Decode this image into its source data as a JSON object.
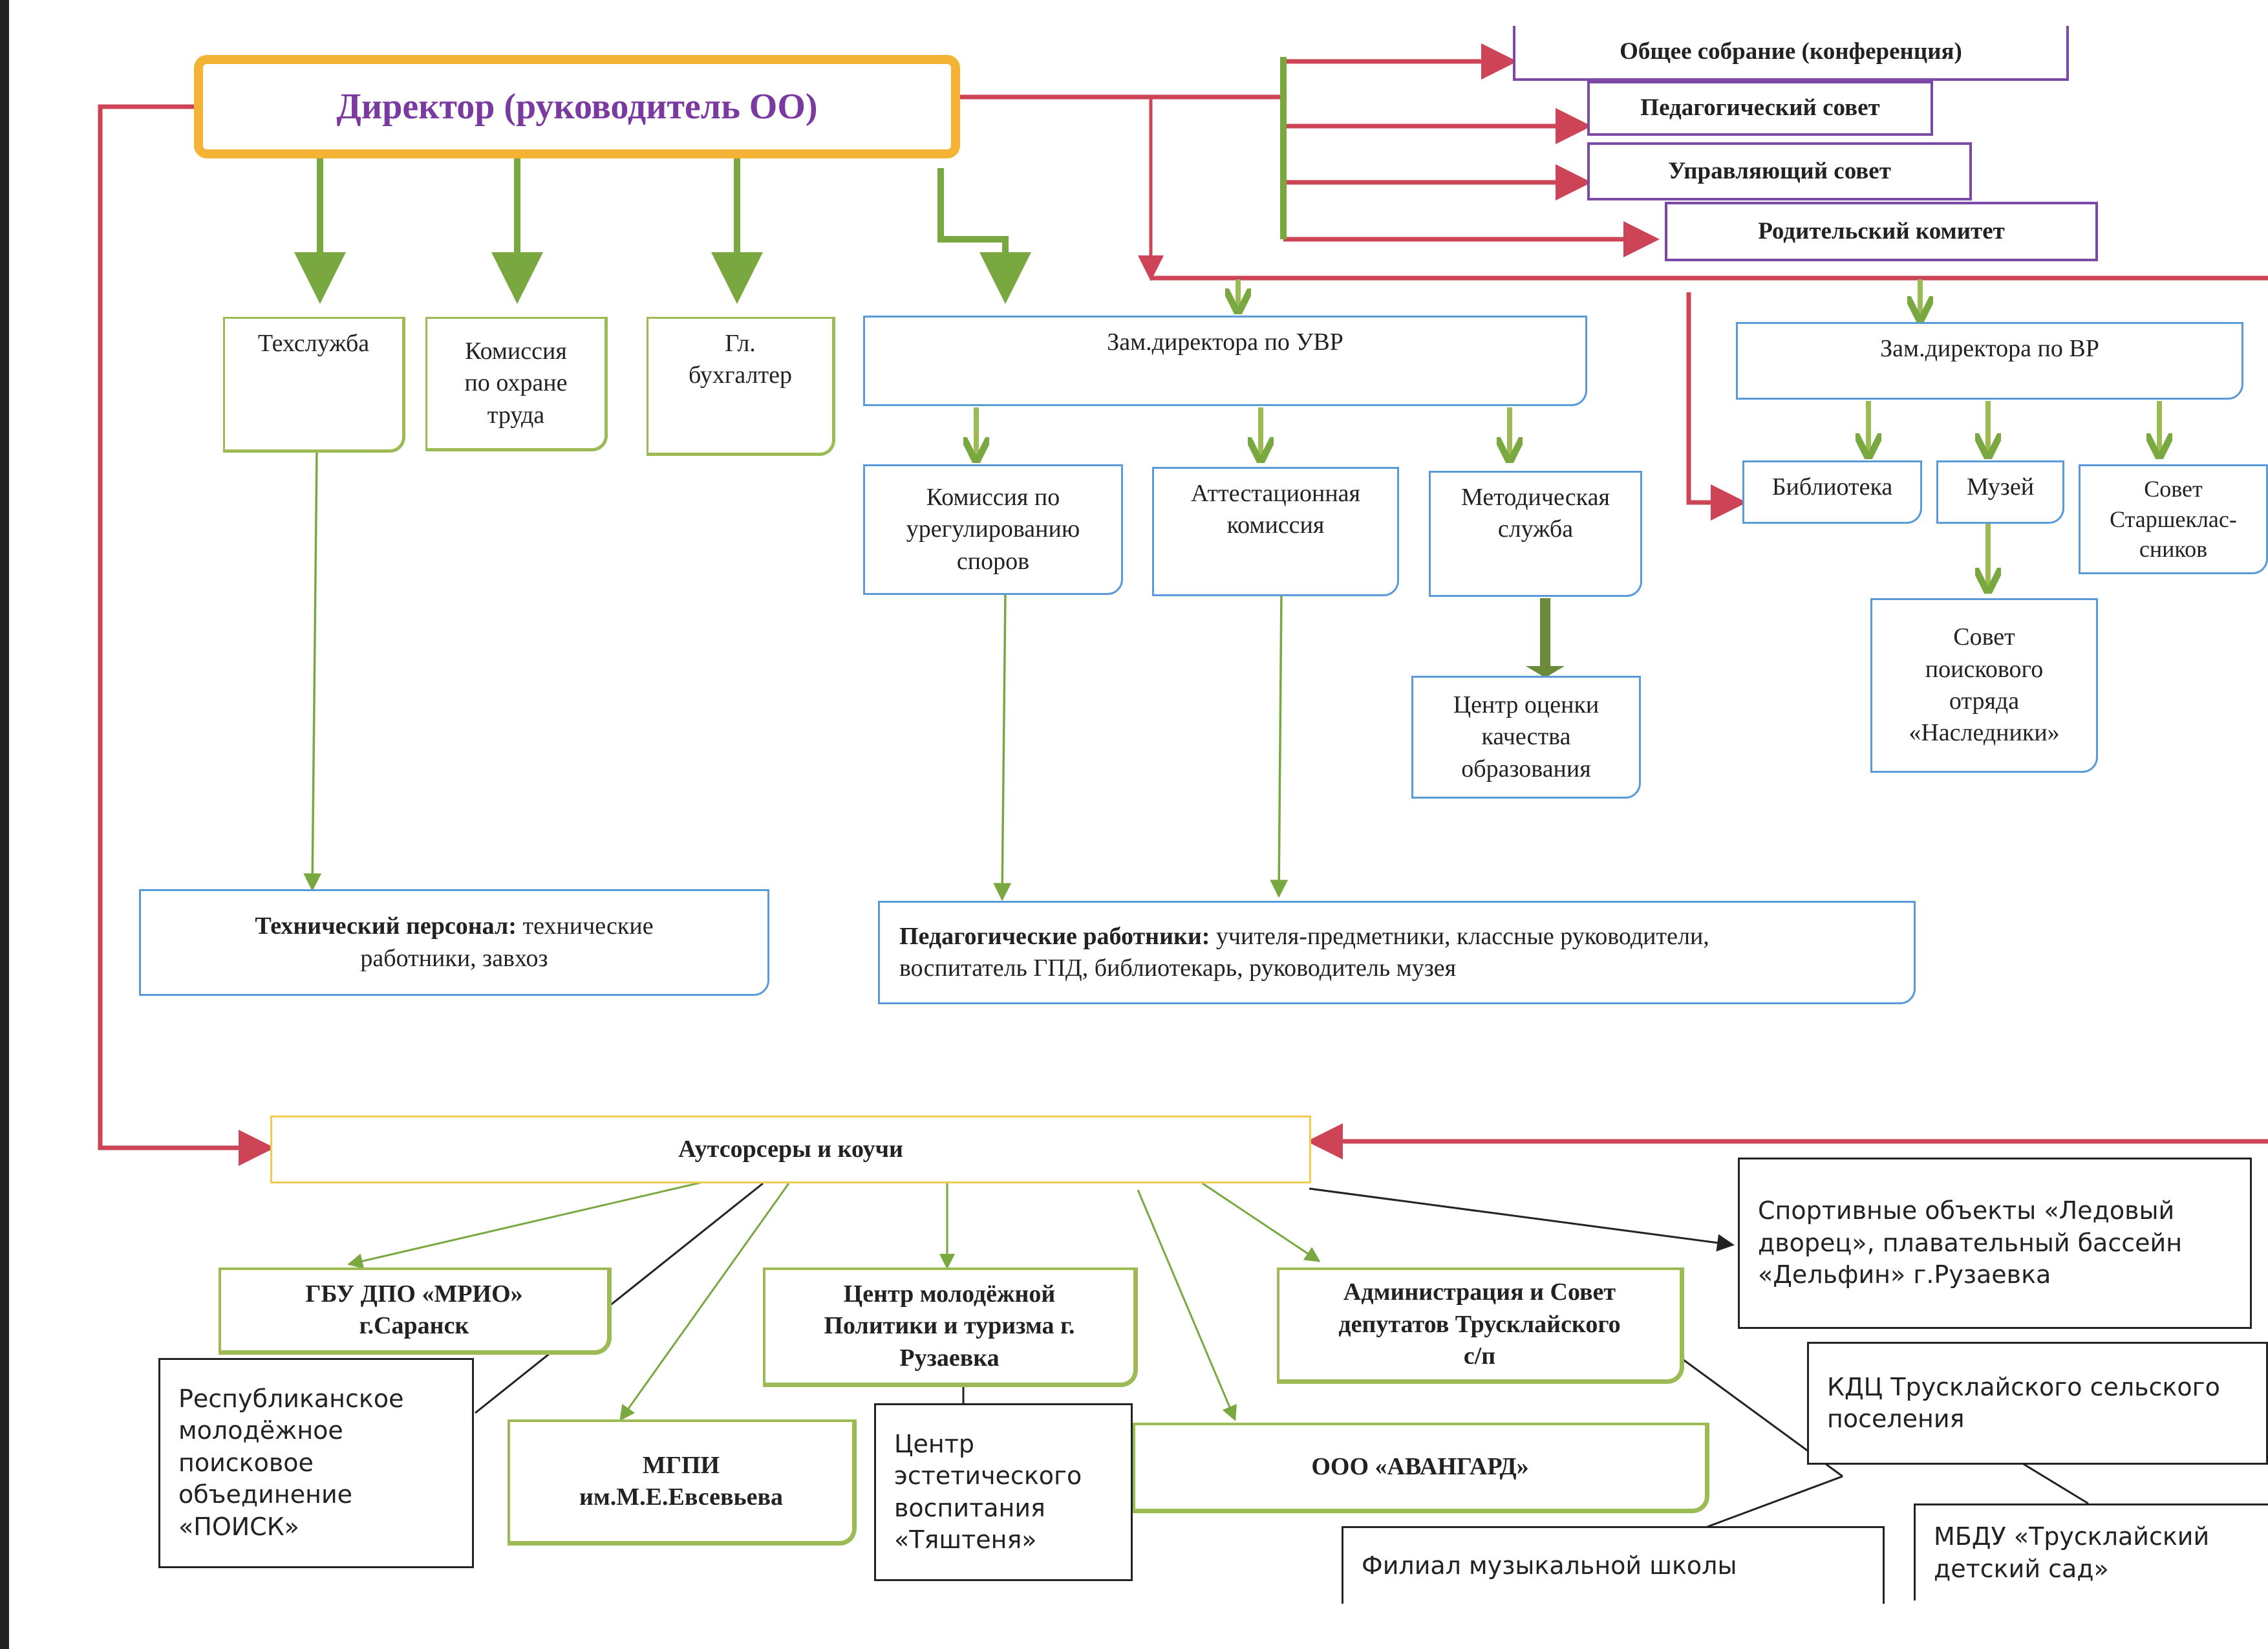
{
  "colors": {
    "red_line": "#cc4455",
    "green_line": "#7aa840",
    "purple": "#7b48a6",
    "orange": "#f5b335",
    "blue": "#5a9ad8"
  },
  "director": "Директор (руководитель ОО)",
  "councils": {
    "general_meeting": "Общее собрание (конференция)",
    "pedagogical_council": "Педагогический совет",
    "managing_council": "Управляющий совет",
    "parent_committee": "Родительский комитет"
  },
  "direct_units": {
    "tech_service": "Техслужба",
    "labor_commission": "Комиссия\nпо охране\nтруда",
    "chief_accountant": "Гл.\nбухгалтер"
  },
  "deputy_uvr": {
    "title": "Зам.директора по УВР",
    "disputes_commission": "Комиссия по\nурегулированию\nспоров",
    "attestation_commission": "Аттестационная\nкомиссия",
    "methodical_service": "Методическая\nслужба",
    "quality_center": "Центр оценки\nкачества\nобразования"
  },
  "deputy_vr": {
    "title": "Зам.директора по ВР",
    "library": "Библиотека",
    "museum": "Музей",
    "senior_council": "Совет\nСтаршеклас-\nсников",
    "search_squad_council": "Совет\nпоискового\nотряда\n«Наследники»"
  },
  "staff": {
    "technical_label": "Технический   персонал:",
    "technical_text": " технические\nработники, завхоз",
    "pedagogical_label": "Педагогические работники:",
    "pedagogical_text": "  учителя-предметники,  классные руководители,\nвоспитатель ГПД, библиотекарь, руководитель музея"
  },
  "outsourcers": {
    "title": "Аутсорсеры и коучи",
    "mrio": "ГБУ ДПО «МРИО»\nг.Саранск",
    "youth_center": "Центр молодёжной\nПолитики и туризма г.\nРузаевка",
    "administration": "Администрация и Совет\nдепутатов Трусклайского\nс/п",
    "sport_objects": "Спортивные объекты «Ледовый\nдворец», плавательный бассейн\n«Дельфин» г.Рузаевка",
    "search_association": "Республиканское\nмолодёжное\nпоисковое\nобъединение\n«ПОИСК»",
    "mgpi": "МГПИ\nим.М.Е.Евсевьева",
    "aesthetic_center": "Центр\nэстетического\nвоспитания\n«Тяштеня»",
    "avangard": "ООО «АВАНГАРД»",
    "kdc": "КДЦ Трусклайского сельского\nпоселения",
    "music_school": "Филиал музыкальной школы",
    "kindergarten": "МБДУ «Трусклайский\nдетский сад»"
  }
}
